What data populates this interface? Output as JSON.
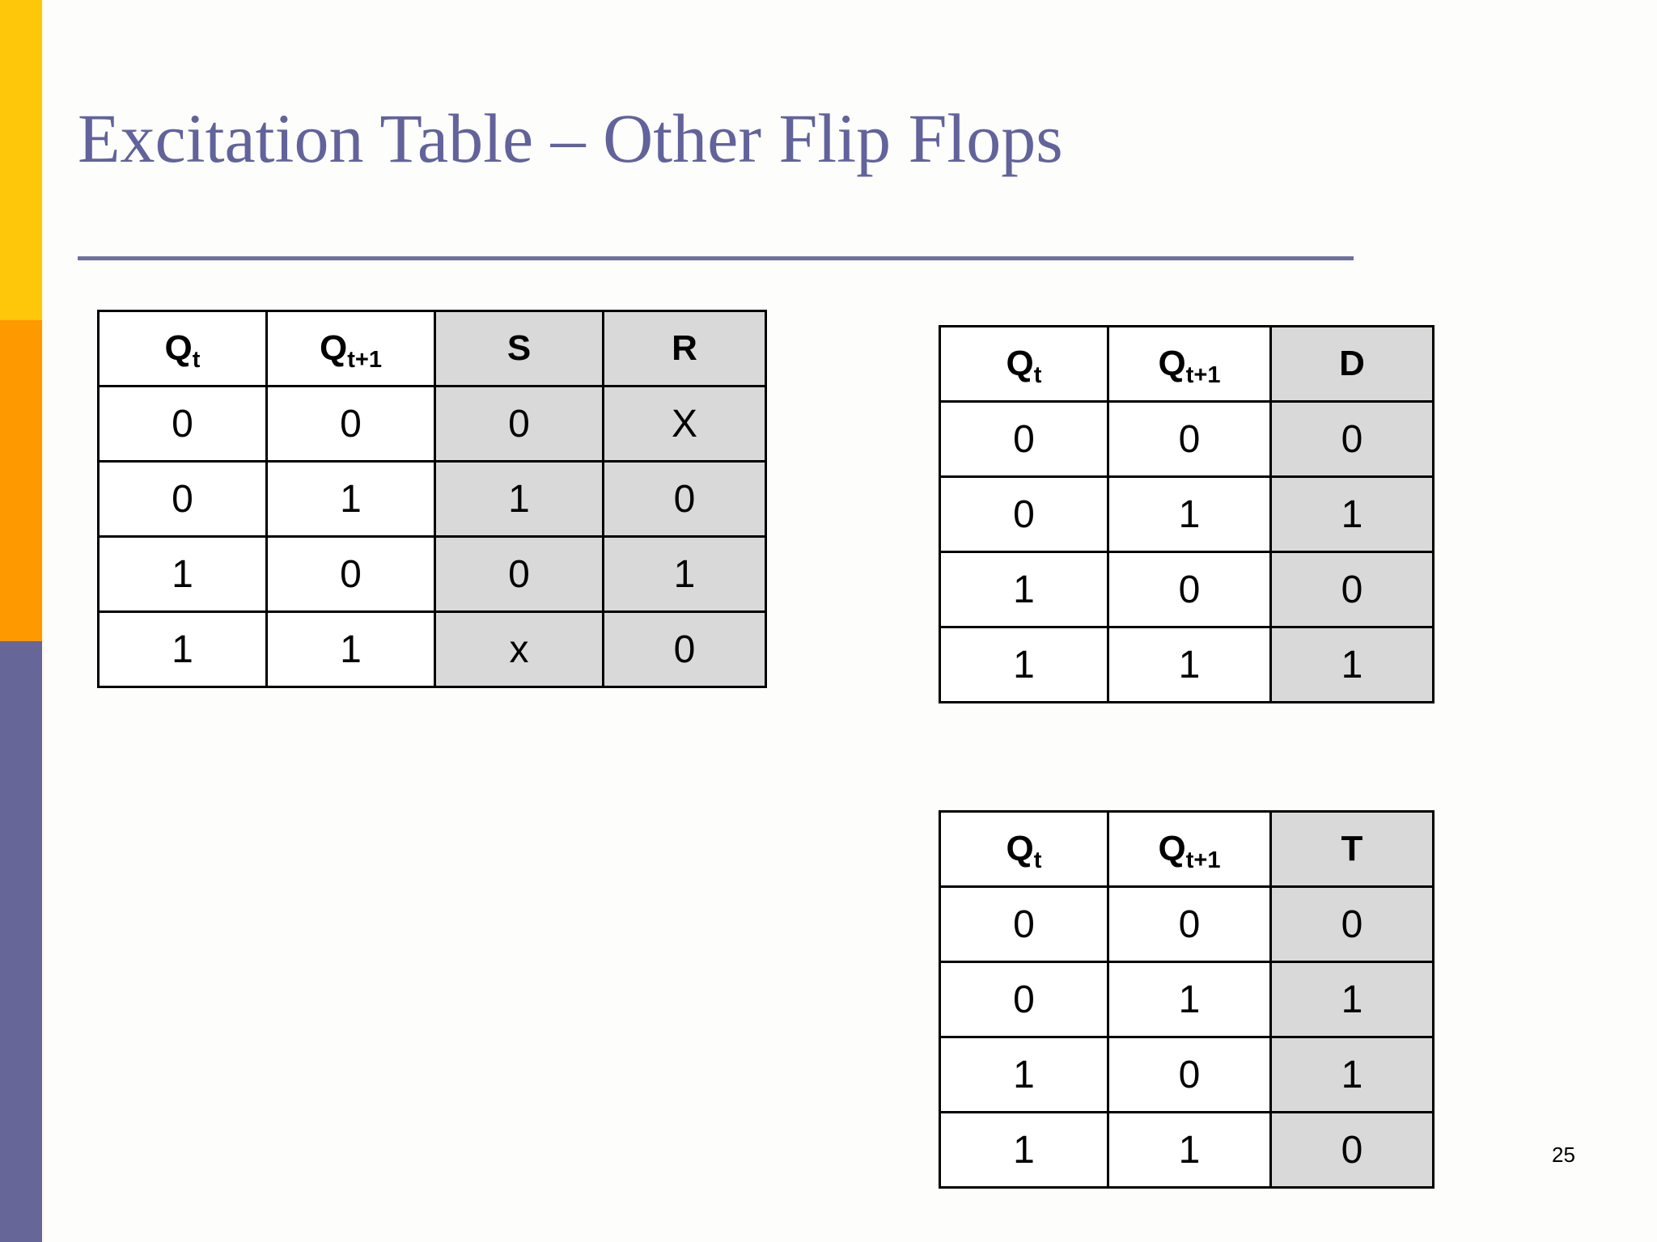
{
  "slide": {
    "title": "Excitation Table – Other Flip Flops",
    "page_number": "25",
    "accent_color": "#62639B",
    "rule_color": "#6F6FA0",
    "shade_color": "#D9D9D9",
    "background": "#fdfefb"
  },
  "sidebar": {
    "bands": [
      {
        "name": "yellow-band",
        "color": "#FFC709"
      },
      {
        "name": "orange-band",
        "color": "#FF9900"
      },
      {
        "name": "purple-band",
        "color": "#666699"
      }
    ]
  },
  "tables": {
    "sr": {
      "name": "sr-flip-flop-excitation-table",
      "headers": [
        {
          "base": "Q",
          "sub": "t"
        },
        {
          "base": "Q",
          "sub": "t+1"
        },
        {
          "base": "S",
          "sub": ""
        },
        {
          "base": "R",
          "sub": ""
        }
      ],
      "shaded_columns": [
        2,
        3
      ],
      "rows": [
        [
          "0",
          "0",
          "0",
          "X"
        ],
        [
          "0",
          "1",
          "1",
          "0"
        ],
        [
          "1",
          "0",
          "0",
          "1"
        ],
        [
          "1",
          "1",
          "x",
          "0"
        ]
      ]
    },
    "d": {
      "name": "d-flip-flop-excitation-table",
      "headers": [
        {
          "base": "Q",
          "sub": "t"
        },
        {
          "base": "Q",
          "sub": "t+1"
        },
        {
          "base": "D",
          "sub": ""
        }
      ],
      "shaded_columns": [
        2
      ],
      "rows": [
        [
          "0",
          "0",
          "0"
        ],
        [
          "0",
          "1",
          "1"
        ],
        [
          "1",
          "0",
          "0"
        ],
        [
          "1",
          "1",
          "1"
        ]
      ]
    },
    "t": {
      "name": "t-flip-flop-excitation-table",
      "headers": [
        {
          "base": "Q",
          "sub": "t"
        },
        {
          "base": "Q",
          "sub": "t+1"
        },
        {
          "base": "T",
          "sub": ""
        }
      ],
      "shaded_columns": [
        2
      ],
      "rows": [
        [
          "0",
          "0",
          "0"
        ],
        [
          "0",
          "1",
          "1"
        ],
        [
          "1",
          "0",
          "1"
        ],
        [
          "1",
          "1",
          "0"
        ]
      ]
    }
  }
}
